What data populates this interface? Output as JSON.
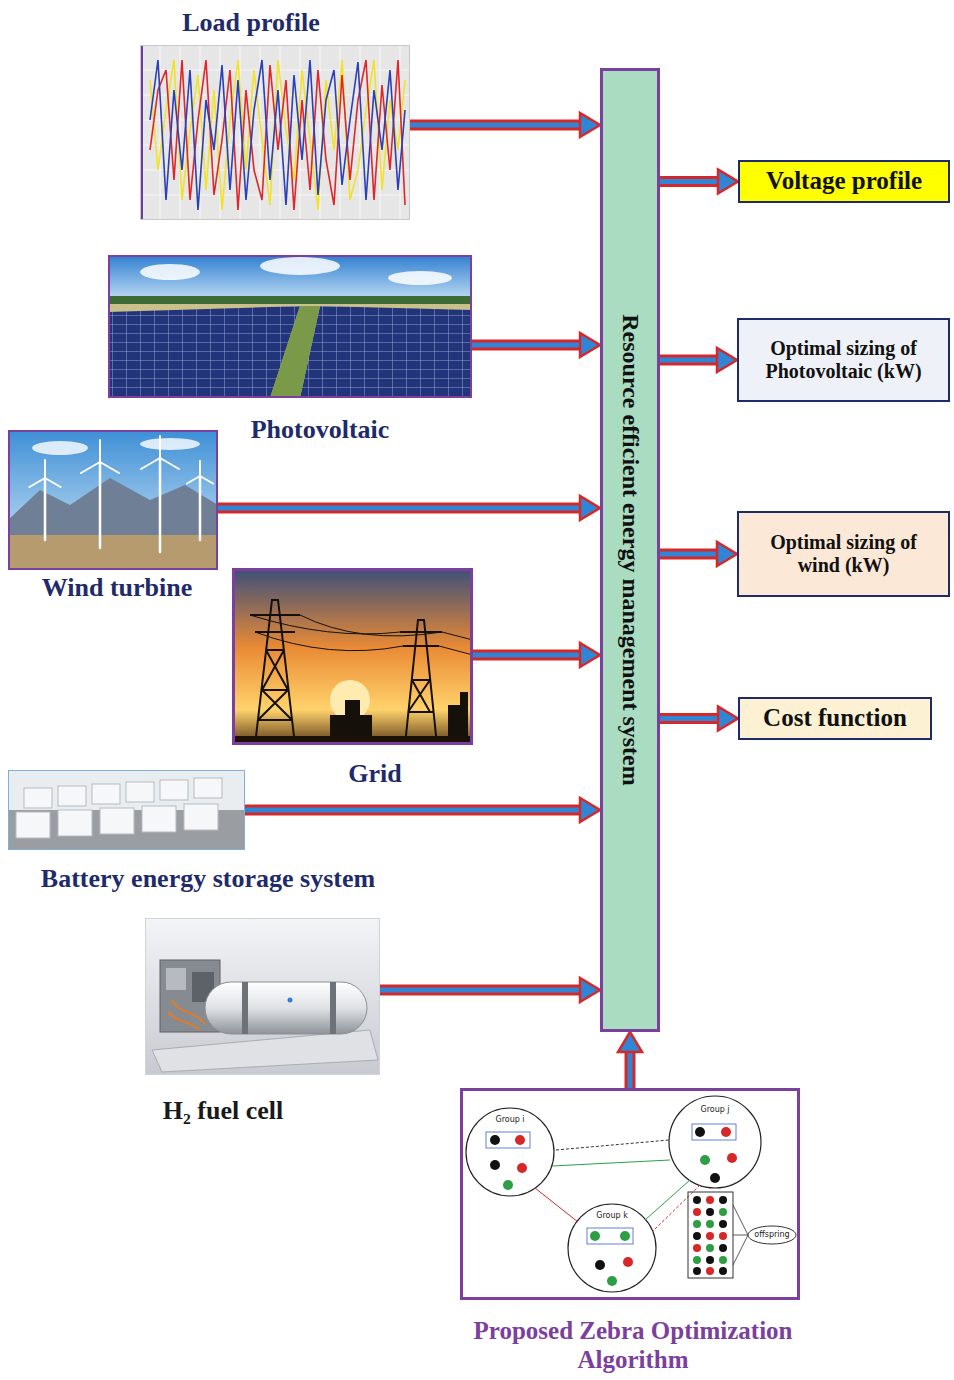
{
  "diagram": {
    "nodes": [
      {
        "text": [
          "Load profile"
        ]
      },
      {
        "text": [
          "Photovoltaic"
        ]
      },
      {
        "text": [
          "Wind turbine"
        ]
      },
      {
        "text": [
          "Grid"
        ]
      },
      {
        "text": [
          "Battery energy storage system"
        ]
      },
      {
        "text": [
          "H₂ fuel cell"
        ]
      },
      {
        "text": [
          "Resource efficient energy management system"
        ]
      },
      {
        "text": [
          "Voltage profile"
        ]
      },
      {
        "text": [
          "Optimal sizing of Photovoltaic (kW)"
        ]
      },
      {
        "text": [
          "Optimal sizing of wind (kW)"
        ]
      },
      {
        "text": [
          "Cost function"
        ]
      },
      {
        "text": [
          "Proposed Zebra Optimization Algorithm"
        ]
      }
    ],
    "edges": [
      {
        "from": 0,
        "to": 6,
        "arrow": "to"
      },
      {
        "from": 1,
        "to": 6,
        "arrow": "to"
      },
      {
        "from": 2,
        "to": 6,
        "arrow": "to"
      },
      {
        "from": 3,
        "to": 6,
        "arrow": "to"
      },
      {
        "from": 4,
        "to": 6,
        "arrow": "to"
      },
      {
        "from": 5,
        "to": 6,
        "arrow": "to"
      },
      {
        "from": 6,
        "to": 7,
        "arrow": "to"
      },
      {
        "from": 6,
        "to": 8,
        "arrow": "to"
      },
      {
        "from": 6,
        "to": 9,
        "arrow": "to"
      },
      {
        "from": 6,
        "to": 10,
        "arrow": "to"
      },
      {
        "from": 11,
        "to": 6,
        "arrow": "to"
      }
    ],
    "labels": [
      "Group i",
      "Group j",
      "Group k",
      "offspring"
    ]
  }
}
